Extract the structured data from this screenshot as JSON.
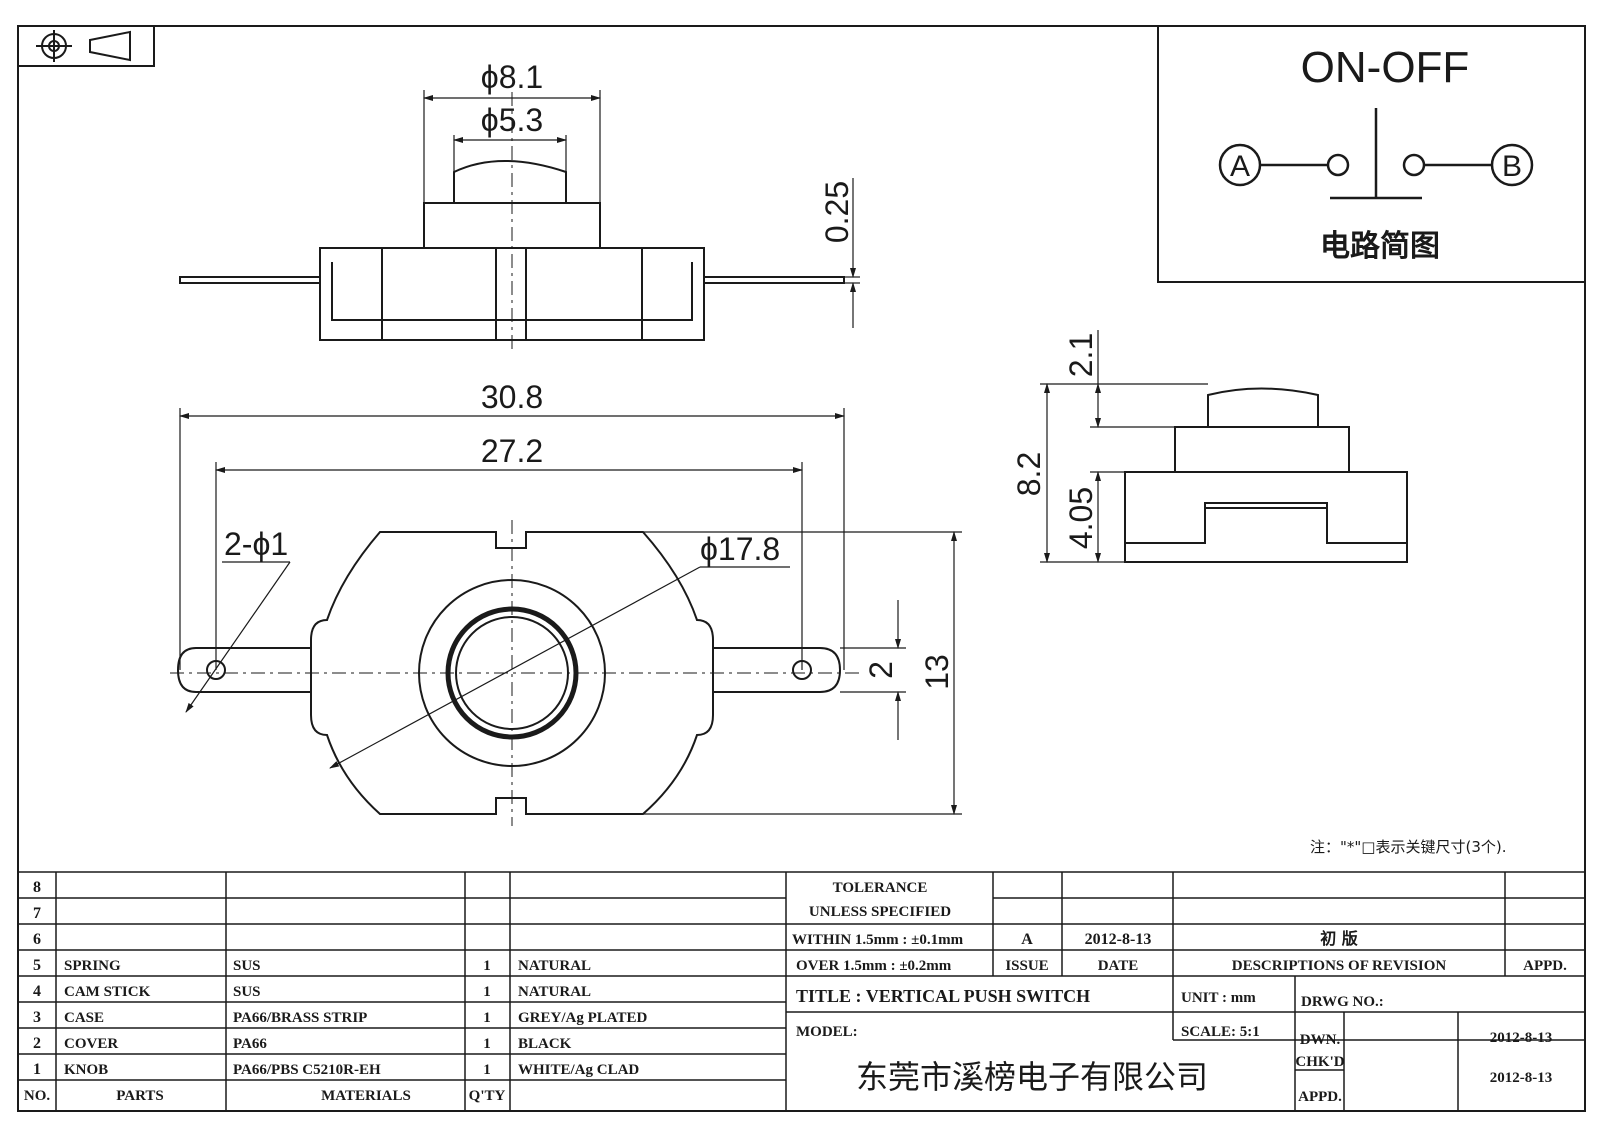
{
  "dimensions": {
    "d1": "ϕ8.1",
    "d2": "ϕ5.3",
    "d3": "0.25",
    "d4": "30.8",
    "d5": "27.2",
    "d6": "2-ϕ1",
    "d7": "ϕ17.8",
    "d8": "2",
    "d9": "13",
    "d10": "2.1",
    "d11": "8.2",
    "d12": "4.05"
  },
  "circuit": {
    "title": "ON-OFF",
    "terminal_a": "A",
    "terminal_b": "B",
    "caption": "电路简图"
  },
  "note": "注：\"*\"□表示关键尺寸(3个).",
  "bom": {
    "rows": [
      {
        "no": "8",
        "part": "",
        "material": "",
        "qty": "",
        "finish": ""
      },
      {
        "no": "7",
        "part": "",
        "material": "",
        "qty": "",
        "finish": ""
      },
      {
        "no": "6",
        "part": "",
        "material": "",
        "qty": "",
        "finish": ""
      },
      {
        "no": "5",
        "part": "SPRING",
        "material": "SUS",
        "qty": "1",
        "finish": "NATURAL"
      },
      {
        "no": "4",
        "part": "CAM STICK",
        "material": "SUS",
        "qty": "1",
        "finish": "NATURAL"
      },
      {
        "no": "3",
        "part": "CASE",
        "material": "PA66/BRASS STRIP",
        "qty": "1",
        "finish": "GREY/Ag PLATED"
      },
      {
        "no": "2",
        "part": "COVER",
        "material": "PA66",
        "qty": "1",
        "finish": "BLACK"
      },
      {
        "no": "1",
        "part": "KNOB",
        "material": "PA66/PBS C5210R-EH",
        "qty": "1",
        "finish": "WHITE/Ag CLAD"
      }
    ],
    "header": {
      "no": "NO.",
      "parts": "PARTS",
      "materials": "MATERIALS",
      "qty": "Q'TY"
    }
  },
  "title_block": {
    "tolerance_1": "TOLERANCE",
    "tolerance_2": "UNLESS  SPECIFIED",
    "tolerance_3": "WITHIN 1.5mm : ±0.1mm",
    "tolerance_4": "OVER 1.5mm : ±0.2mm",
    "issue_value": "A",
    "date_value": "2012-8-13",
    "revision_value": "初  版",
    "issue_label": "ISSUE",
    "date_label": "DATE",
    "desc_label": "DESCRIPTIONS OF REVISION",
    "appd_label": "APPD.",
    "title": "TITLE :  VERTICAL PUSH SWITCH",
    "unit": "UNIT :  mm",
    "drwg_no": "DRWG NO.:",
    "model": "MODEL:",
    "scale": "SCALE:  5:1",
    "dwn": "DWN.",
    "dwn_date": "2012-8-13",
    "chkd": "CHK'D",
    "chkd_date": "2012-8-13",
    "appd": "APPD.",
    "company": "东莞市溪榜电子有限公司"
  }
}
